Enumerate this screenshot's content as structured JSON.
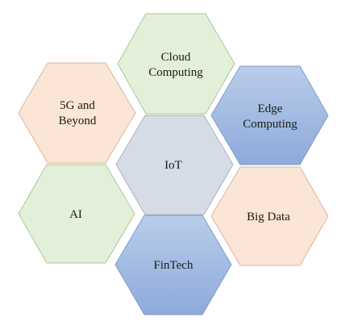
{
  "diagram": {
    "nodes": [
      {
        "id": "cloud",
        "lines": [
          "Cloud",
          "Computing"
        ],
        "style": "green"
      },
      {
        "id": "5g",
        "lines": [
          "5G and",
          "Beyond"
        ],
        "style": "peach"
      },
      {
        "id": "edge",
        "lines": [
          "Edge",
          "Computing"
        ],
        "style": "blue"
      },
      {
        "id": "iot",
        "lines": [
          "IoT"
        ],
        "style": "gray"
      },
      {
        "id": "ai",
        "lines": [
          "AI"
        ],
        "style": "green"
      },
      {
        "id": "bigdata",
        "lines": [
          "Big Data"
        ],
        "style": "peach"
      },
      {
        "id": "fintech",
        "lines": [
          "FinTech"
        ],
        "style": "blue"
      }
    ],
    "styles": {
      "green": {
        "fill": "#e2f0d9",
        "stroke": "#a9c79a"
      },
      "peach": {
        "fill": "#fbe5d6",
        "stroke": "#d9b7a0"
      },
      "blue": {
        "fill_top": "#b9cdea",
        "fill_bottom": "#8eaadb",
        "stroke": "#7f9cc9"
      },
      "gray": {
        "fill": "#d6dce5",
        "stroke": "#a9b2bf"
      }
    }
  }
}
